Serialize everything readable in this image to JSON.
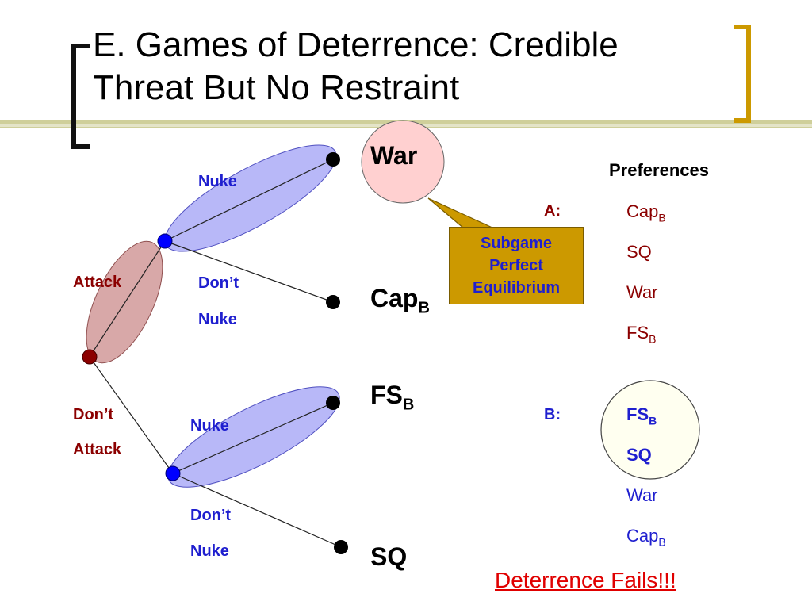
{
  "title": {
    "line1": "E. Games of Deterrence: Credible",
    "line2": "Threat But No Restraint"
  },
  "tree": {
    "attack_label": "Attack",
    "dont_attack_label_1": "Don’t",
    "dont_attack_label_2": "Attack",
    "upper_nuke_label": "Nuke",
    "upper_dont_nuke_1": "Don’t",
    "upper_dont_nuke_2": "Nuke",
    "lower_nuke_label": "Nuke",
    "lower_dont_nuke_1": "Don’t",
    "lower_dont_nuke_2": "Nuke"
  },
  "outcomes": {
    "war": "War",
    "cap_main": "Cap",
    "cap_sub": "B",
    "fs_main": "FS",
    "fs_sub": "B",
    "sq": "SQ"
  },
  "callout": {
    "line1": "Subgame",
    "line2": "Perfect",
    "line3": "Equilibrium"
  },
  "preferences": {
    "heading": "Preferences",
    "a_label": "A:",
    "a_items": [
      {
        "main": "Cap",
        "sub": "B"
      },
      {
        "main": "SQ",
        "sub": ""
      },
      {
        "main": "War",
        "sub": ""
      },
      {
        "main": "FS",
        "sub": "B"
      }
    ],
    "b_label": "B:",
    "b_items": [
      {
        "main": "FS",
        "sub": "B"
      },
      {
        "main": "SQ",
        "sub": ""
      },
      {
        "main": "War",
        "sub": ""
      },
      {
        "main": "Cap",
        "sub": "B"
      }
    ]
  },
  "conclusion": "Deterrence Fails!!!",
  "colors": {
    "accent_gold": "#cc9900",
    "title_rule": "#c8c890",
    "node_blue": "#0000ff",
    "node_red": "#8b0000",
    "oval_blue": "#b8b8f8",
    "oval_rose": "#d8a8a8",
    "war_circle": "#ffd0d0",
    "b_circle": "#fffff0",
    "text_red": "#e00000"
  }
}
